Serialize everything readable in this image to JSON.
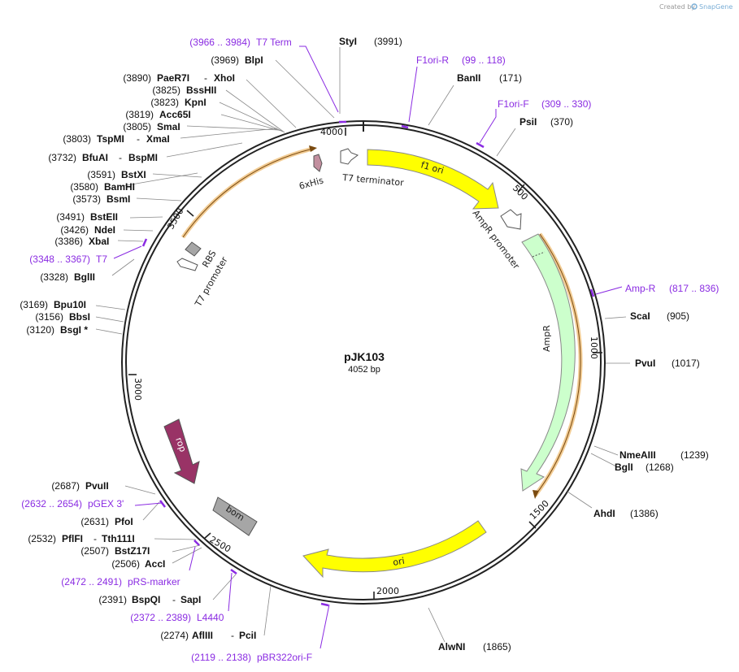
{
  "credit": {
    "prefix": "Created by",
    "brand": "SnapGene"
  },
  "plasmid": {
    "name": "pJK103",
    "size": "4052 bp",
    "length": 4052
  },
  "ticks": [
    "500",
    "1000",
    "1500",
    "2000",
    "2500",
    "3000",
    "3500",
    "4000"
  ],
  "features": {
    "f1_ori": "f1 ori",
    "ampr_promoter": "AmpR promoter",
    "ampr": "AmpR",
    "ori": "ori",
    "rop": "rop",
    "bom": "bom",
    "t7_promoter": "T7 promoter",
    "rbs": "RBS",
    "his": "6xHis",
    "t7_terminator": "T7 terminator"
  },
  "sites": [
    {
      "name": "StyI",
      "pos": "(3991)"
    },
    {
      "name": "BanII",
      "pos": "(171)"
    },
    {
      "name": "PsiI",
      "pos": "(370)"
    },
    {
      "name": "ScaI",
      "pos": "(905)"
    },
    {
      "name": "PvuI",
      "pos": "(1017)"
    },
    {
      "name": "NmeAIII",
      "pos": "(1239)"
    },
    {
      "name": "BglI",
      "pos": "(1268)"
    },
    {
      "name": "AhdI",
      "pos": "(1386)"
    },
    {
      "name": "AlwNI",
      "pos": "(1865)"
    },
    {
      "name": "AflIII",
      "name2": "PciI",
      "pos": "(2274)"
    },
    {
      "name": "BspQI",
      "name2": "SapI",
      "pos": "(2391)"
    },
    {
      "name": "AccI",
      "pos": "(2506)"
    },
    {
      "name": "BstZ17I",
      "pos": "(2507)"
    },
    {
      "name": "PflFI",
      "name2": "Tth111I",
      "pos": "(2532)"
    },
    {
      "name": "PfoI",
      "pos": "(2631)"
    },
    {
      "name": "PvuII",
      "pos": "(2687)"
    },
    {
      "name": "BsgI *",
      "pos": "(3120)"
    },
    {
      "name": "BbsI",
      "pos": "(3156)"
    },
    {
      "name": "Bpu10I",
      "pos": "(3169)"
    },
    {
      "name": "BglII",
      "pos": "(3328)"
    },
    {
      "name": "XbaI",
      "pos": "(3386)"
    },
    {
      "name": "NdeI",
      "pos": "(3426)"
    },
    {
      "name": "BstEII",
      "pos": "(3491)"
    },
    {
      "name": "BsmI",
      "pos": "(3573)"
    },
    {
      "name": "BamHI",
      "pos": "(3580)"
    },
    {
      "name": "BstXI",
      "pos": "(3591)"
    },
    {
      "name": "BfuAI",
      "name2": "BspMI",
      "pos": "(3732)"
    },
    {
      "name": "TspMI",
      "name2": "XmaI",
      "pos": "(3803)"
    },
    {
      "name": "SmaI",
      "pos": "(3805)"
    },
    {
      "name": "Acc65I",
      "pos": "(3819)"
    },
    {
      "name": "KpnI",
      "pos": "(3823)"
    },
    {
      "name": "BssHII",
      "pos": "(3825)"
    },
    {
      "name": "PaeR7I",
      "name2": "XhoI",
      "pos": "(3890)"
    },
    {
      "name": "BlpI",
      "pos": "(3969)"
    }
  ],
  "primers": [
    {
      "name": "T7 Term",
      "range": "(3966 .. 3984)"
    },
    {
      "name": "F1ori-R",
      "range": "(99 .. 118)"
    },
    {
      "name": "F1ori-F",
      "range": "(309 .. 330)"
    },
    {
      "name": "Amp-R",
      "range": "(817 .. 836)"
    },
    {
      "name": "T7",
      "range": "(3348 .. 3367)"
    },
    {
      "name": "pGEX 3'",
      "range": "(2632 .. 2654)"
    },
    {
      "name": "pRS-marker",
      "range": "(2472 .. 2491)"
    },
    {
      "name": "L4440",
      "range": "(2372 .. 2389)"
    },
    {
      "name": "pBR322ori-F",
      "range": "(2119 .. 2138)"
    }
  ],
  "colors": {
    "ori_yellow": "#ffff00",
    "ampr_green": "#ccffcc",
    "rop_maroon": "#993366",
    "bom_gray": "#a6a6a6",
    "primer_purple": "#8a2be2",
    "orf_orange": "#e8a33d"
  }
}
